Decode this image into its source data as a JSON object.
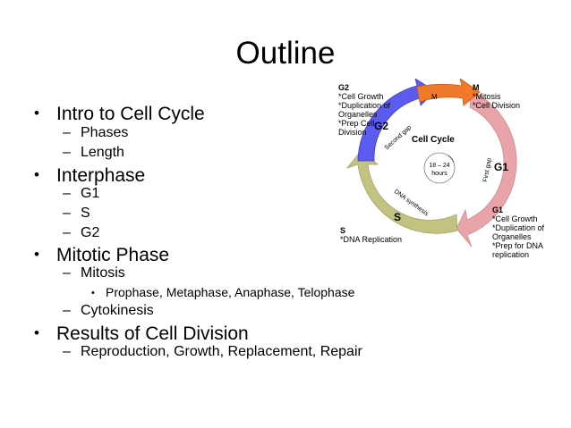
{
  "slide": {
    "title": "Outline",
    "bullets": [
      {
        "text": "Intro to Cell Cycle",
        "children": [
          {
            "text": "Phases"
          },
          {
            "text": "Length"
          }
        ]
      },
      {
        "text": "Interphase",
        "children": [
          {
            "text": "G1"
          },
          {
            "text": "S"
          },
          {
            "text": "G2"
          }
        ]
      },
      {
        "text": "Mitotic Phase",
        "children": [
          {
            "text": "Mitosis",
            "children": [
              {
                "text": "Prophase, Metaphase, Anaphase, Telophase"
              }
            ]
          },
          {
            "text": "Cytokinesis"
          }
        ]
      },
      {
        "text": "Results of Cell Division",
        "children": [
          {
            "text": "Reproduction, Growth, Replacement, Repair"
          }
        ]
      }
    ],
    "markers": {
      "level1": "•",
      "level2": "–",
      "level3": "•"
    }
  },
  "diagram": {
    "center_title": "Cell Cycle",
    "center_time_top": "18 – 24",
    "center_time_bottom": "hours",
    "arc_labels": {
      "g2": "G2",
      "m": "M",
      "g1": "G1",
      "s": "S",
      "first_gap": "First gap",
      "second_gap": "Second gap",
      "dna_synthesis": "DNA synthesis"
    },
    "captions": {
      "g2": {
        "head": "G2",
        "lines": [
          "*Cell Growth",
          "*Duplication of",
          "Organelles",
          "*Prep Cell",
          "Division"
        ]
      },
      "m": {
        "head": "M",
        "lines": [
          "*Mitosis",
          "*Cell Division"
        ]
      },
      "g1": {
        "head": "G1",
        "lines": [
          "*Cell Growth",
          "*Duplication of",
          "Organelles",
          "*Prep for DNA",
          "replication"
        ]
      },
      "s": {
        "head": "S",
        "lines": [
          "*DNA Replication"
        ]
      }
    },
    "colors": {
      "g2": "#5b5bf0",
      "m": "#f07a2a",
      "g1": "#e8a4a8",
      "s": "#c2c281"
    }
  }
}
